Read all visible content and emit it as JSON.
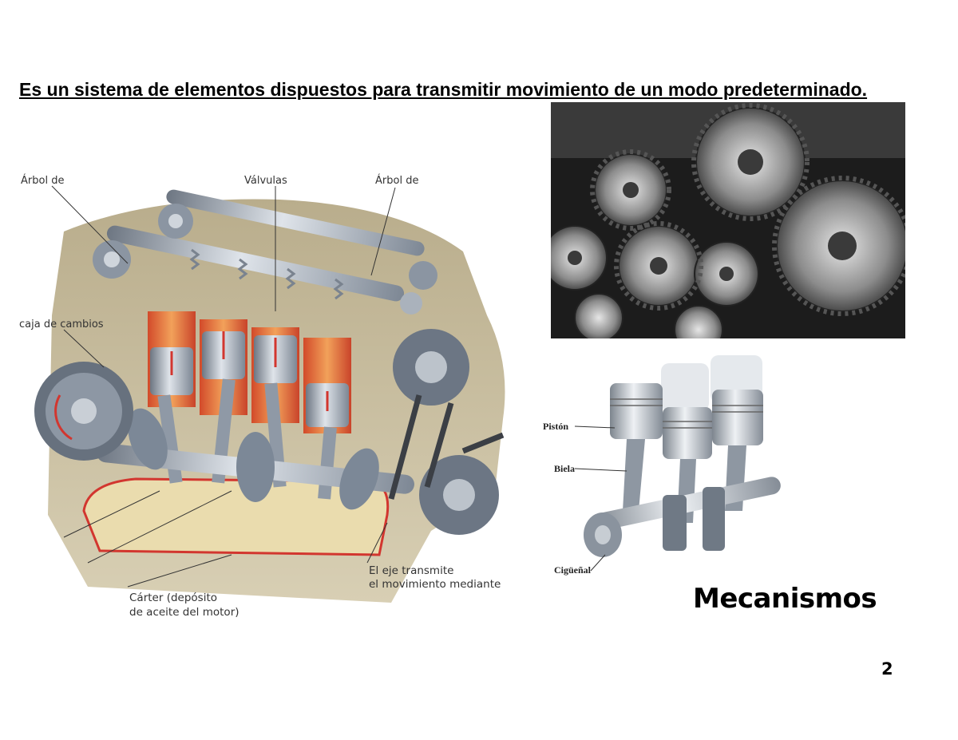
{
  "intro": {
    "text": "Es un sistema de elementos dispuestos para transmitir movimiento de un modo predeterminado."
  },
  "engine_figure": {
    "labels": {
      "arbol_left": "Árbol de",
      "valvulas": "Válvulas",
      "arbol_right": "Árbol de",
      "caja": "caja de cambios",
      "eje_line1": "El eje transmite",
      "eje_line2": "el movimiento mediante",
      "carter_line1": "Cárter (depósito",
      "carter_line2": "de aceite del motor)"
    },
    "colors": {
      "block": "#cbbf9e",
      "cylinder": "#e0703a",
      "metal": "#9aa4b0",
      "oil_pan": "#e9dcae",
      "pan_edge": "#d2362f"
    }
  },
  "piston_figure": {
    "labels": {
      "piston": "Pistón",
      "biela": "Biela",
      "ciguenal": "Cigüeñal"
    }
  },
  "slide": {
    "title": "Mecanismos",
    "page_number": "2"
  }
}
